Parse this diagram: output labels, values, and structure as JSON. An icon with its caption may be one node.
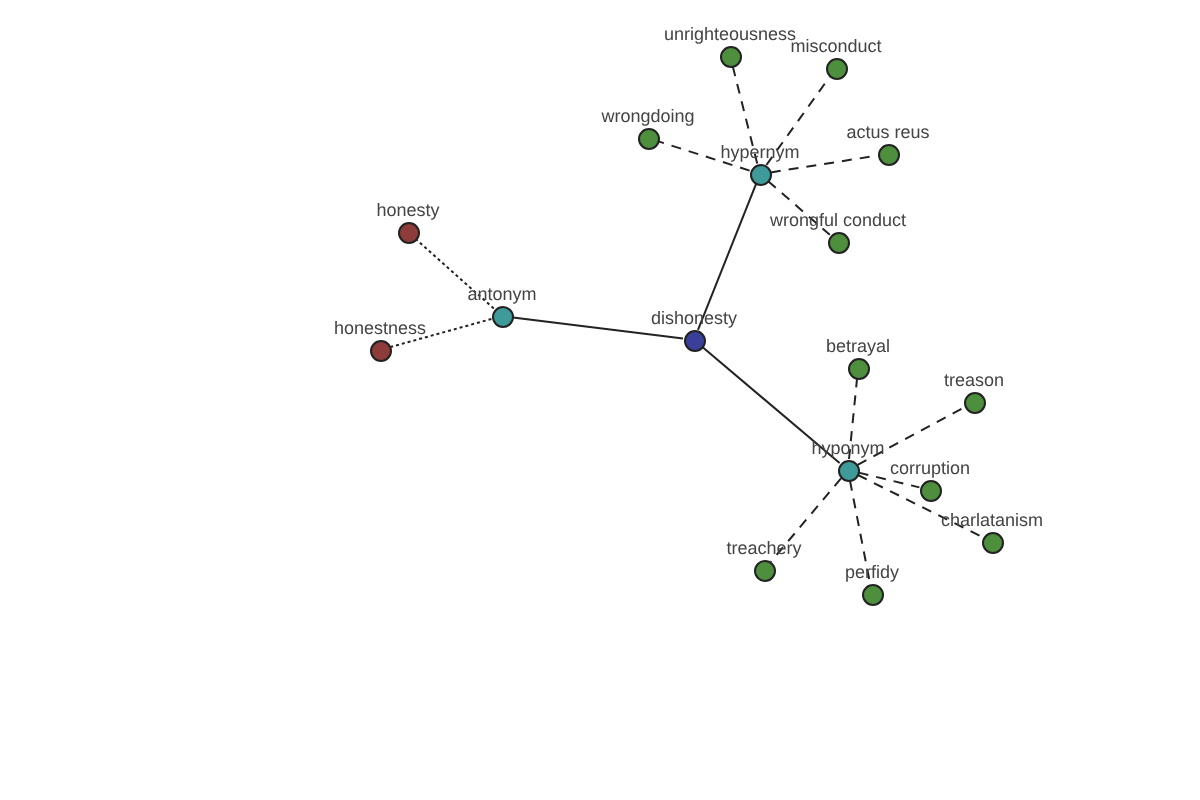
{
  "diagram": {
    "nodes": [
      {
        "text": [
          "dishonesty"
        ]
      },
      {
        "text": [
          "hypernym"
        ]
      },
      {
        "text": [
          "antonym"
        ]
      },
      {
        "text": [
          "hyponym"
        ]
      },
      {
        "text": [
          "unrighteousness"
        ]
      },
      {
        "text": [
          "misconduct"
        ]
      },
      {
        "text": [
          "wrongdoing"
        ]
      },
      {
        "text": [
          "actus reus"
        ]
      },
      {
        "text": [
          "wrongful conduct"
        ]
      },
      {
        "text": [
          "honesty"
        ]
      },
      {
        "text": [
          "honestness"
        ]
      },
      {
        "text": [
          "betrayal"
        ]
      },
      {
        "text": [
          "treason"
        ]
      },
      {
        "text": [
          "corruption"
        ]
      },
      {
        "text": [
          "charlatanism"
        ]
      },
      {
        "text": [
          "treachery"
        ]
      },
      {
        "text": [
          "perfidy"
        ]
      }
    ],
    "edges": [
      {
        "from": 0,
        "to": 1,
        "arrow": "none"
      },
      {
        "from": 0,
        "to": 2,
        "arrow": "none"
      },
      {
        "from": 0,
        "to": 3,
        "arrow": "none"
      },
      {
        "from": 1,
        "to": 4,
        "arrow": "none",
        "style": "dashed"
      },
      {
        "from": 1,
        "to": 5,
        "arrow": "none",
        "style": "dashed"
      },
      {
        "from": 1,
        "to": 6,
        "arrow": "none",
        "style": "dashed"
      },
      {
        "from": 1,
        "to": 7,
        "arrow": "none",
        "style": "dashed"
      },
      {
        "from": 1,
        "to": 8,
        "arrow": "none",
        "style": "dashed"
      },
      {
        "from": 2,
        "to": 9,
        "arrow": "none",
        "style": "dashed"
      },
      {
        "from": 2,
        "to": 10,
        "arrow": "none",
        "style": "dashed"
      },
      {
        "from": 3,
        "to": 11,
        "arrow": "none",
        "style": "dashed"
      },
      {
        "from": 3,
        "to": 12,
        "arrow": "none",
        "style": "dashed"
      },
      {
        "from": 3,
        "to": 13,
        "arrow": "none",
        "style": "dashed"
      },
      {
        "from": 3,
        "to": 14,
        "arrow": "none",
        "style": "dashed"
      },
      {
        "from": 3,
        "to": 15,
        "arrow": "none",
        "style": "dashed"
      },
      {
        "from": 3,
        "to": 16,
        "arrow": "none",
        "style": "dashed"
      }
    ]
  }
}
